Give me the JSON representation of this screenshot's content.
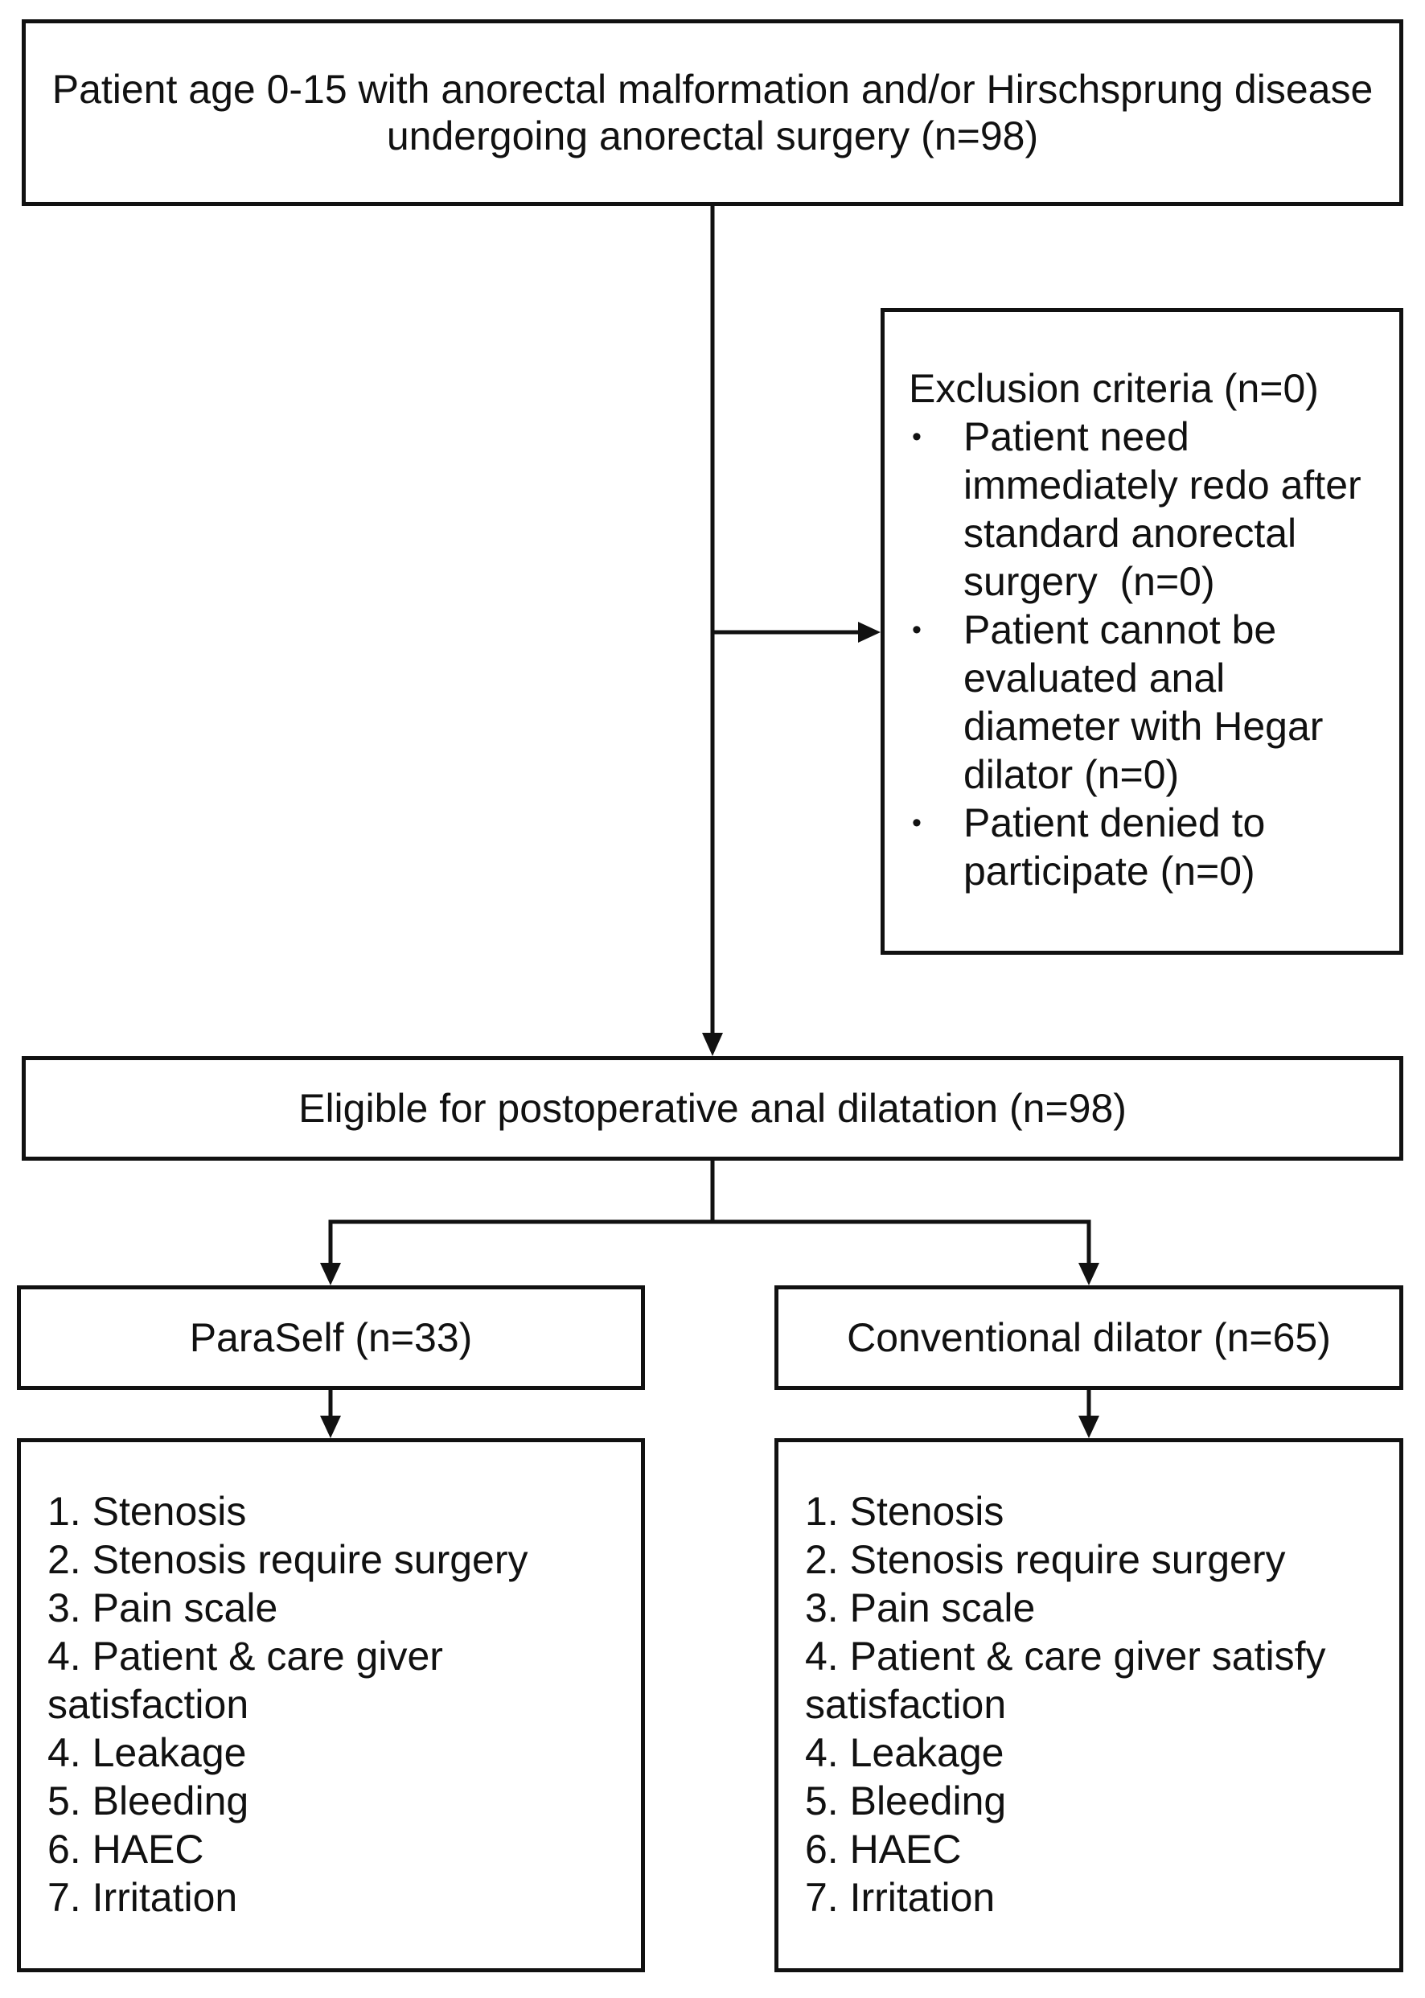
{
  "top_box": {
    "lines": [
      "Patient age 0-15 with anorectal malformation and/or Hirschsprung disease",
      "undergoing anorectal surgery (n=98)"
    ]
  },
  "exclusion": {
    "title": "Exclusion criteria (n=0)",
    "bullet": "•",
    "items": [
      {
        "lines": [
          "Patient need",
          "immediately redo after",
          "standard anorectal",
          "surgery  (n=0)"
        ]
      },
      {
        "lines": [
          "Patient cannot be",
          "evaluated anal",
          "diameter with Hegar",
          "dilator (n=0)"
        ]
      },
      {
        "lines": [
          "Patient denied to",
          "participate (n=0)"
        ]
      }
    ]
  },
  "eligible": {
    "label": "Eligible for postoperative anal dilatation (n=98)"
  },
  "groups": [
    {
      "label": "ParaSelf (n=33)",
      "outcomes": [
        "1. Stenosis",
        "2. Stenosis require surgery",
        "3. Pain scale",
        "4. Patient & care giver",
        "satisfaction",
        "4. Leakage",
        "5. Bleeding",
        "6. HAEC",
        "7. Irritation"
      ]
    },
    {
      "label": "Conventional dilator (n=65)",
      "outcomes": [
        "1. Stenosis",
        "2. Stenosis require surgery",
        "3. Pain scale",
        "4. Patient & care giver satisfy",
        "satisfaction",
        "4. Leakage",
        "5. Bleeding",
        "6. HAEC",
        "7. Irritation"
      ]
    }
  ]
}
